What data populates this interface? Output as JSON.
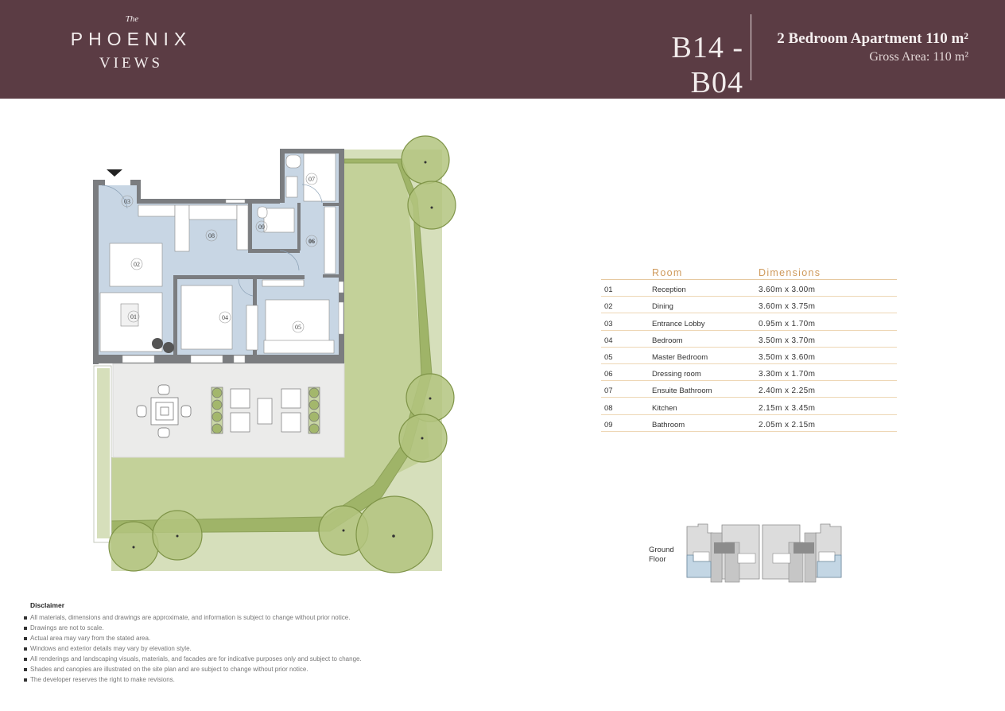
{
  "header": {
    "brand": {
      "prefix": "The",
      "name": "PHOENIX",
      "suffix": "VIEWS"
    },
    "unit_code": "B14 - B04",
    "unit_type": "2 Bedroom Apartment 110 m²",
    "gross_area": "Gross Area: 110 m²",
    "background_color": "#5b3c44"
  },
  "floor_plan": {
    "entrance_marker": "entrance-arrow",
    "room_labels": [
      "01",
      "02",
      "03",
      "04",
      "05",
      "06",
      "07",
      "08",
      "09"
    ]
  },
  "room_table": {
    "headers": {
      "room": "Room",
      "dimensions": "Dimensions"
    },
    "rows": [
      {
        "no": "01",
        "room": "Reception",
        "dims": "3.60m x 3.00m"
      },
      {
        "no": "02",
        "room": "Dining",
        "dims": "3.60m x 3.75m"
      },
      {
        "no": "03",
        "room": "Entrance Lobby",
        "dims": "0.95m x 1.70m"
      },
      {
        "no": "04",
        "room": "Bedroom",
        "dims": "3.50m x 3.70m"
      },
      {
        "no": "05",
        "room": "Master Bedroom",
        "dims": "3.50m x 3.60m"
      },
      {
        "no": "06",
        "room": "Dressing room",
        "dims": "3.30m x 1.70m"
      },
      {
        "no": "07",
        "room": "Ensuite Bathroom",
        "dims": "2.40m x 2.25m"
      },
      {
        "no": "08",
        "room": "Kitchen",
        "dims": "2.15m x 3.45m"
      },
      {
        "no": "09",
        "room": "Bathroom",
        "dims": "2.05m x 2.15m"
      }
    ],
    "accent_color": "#cf9a5c"
  },
  "key_plan": {
    "label_line1": "Ground",
    "label_line2": "Floor"
  },
  "disclaimer": {
    "title": "Disclaimer",
    "items": [
      "All materials, dimensions and drawings are approximate, and information is subject to change without prior notice.",
      "Drawings are not to scale.",
      "Actual area may vary from the stated area.",
      "Windows and exterior details may vary by elevation style.",
      "All renderings and landscaping visuals, materials, and facades are for indicative purposes only and subject to change.",
      "Shades and canopies are illustrated on the site plan and are subject to change without prior notice.",
      "The developer reserves the right to make revisions."
    ]
  }
}
